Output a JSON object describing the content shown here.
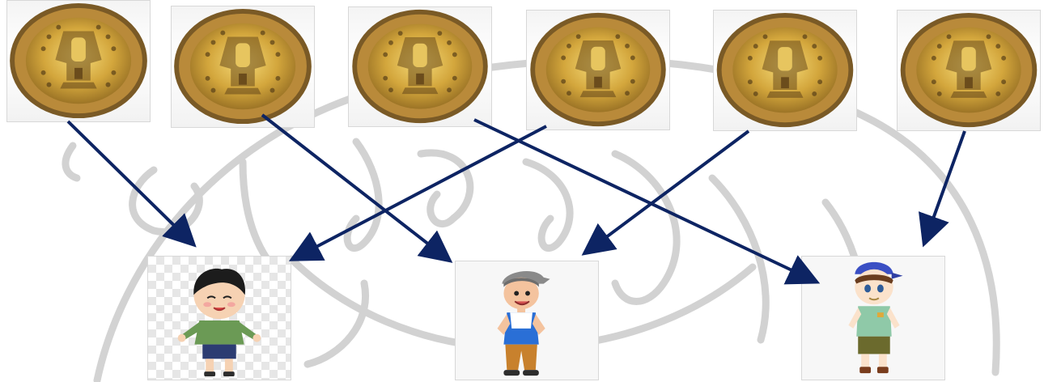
{
  "diagram": {
    "kind": "matching",
    "coins": [
      {
        "name": "coin-1",
        "target": "boy-1"
      },
      {
        "name": "coin-2",
        "target": "boy-2"
      },
      {
        "name": "coin-3",
        "target": "boy-3"
      },
      {
        "name": "coin-4",
        "target": "boy-1"
      },
      {
        "name": "coin-5",
        "target": "boy-2"
      },
      {
        "name": "coin-6",
        "target": "boy-3"
      }
    ],
    "children": [
      {
        "name": "boy-1",
        "coin_count": 2
      },
      {
        "name": "boy-2",
        "coin_count": 2
      },
      {
        "name": "boy-3",
        "coin_count": 2
      }
    ]
  },
  "colors": {
    "arrow": "#0d2463",
    "coin_gold": "#c9a136",
    "coin_rim": "#8a6a2a",
    "watermark": "#c4c4c4",
    "card_border": "#d8d8d8"
  },
  "icons": {
    "coin": "pharaoh-coin-icon",
    "child": "cartoon-boy-icon",
    "arrow": "arrow-icon"
  }
}
